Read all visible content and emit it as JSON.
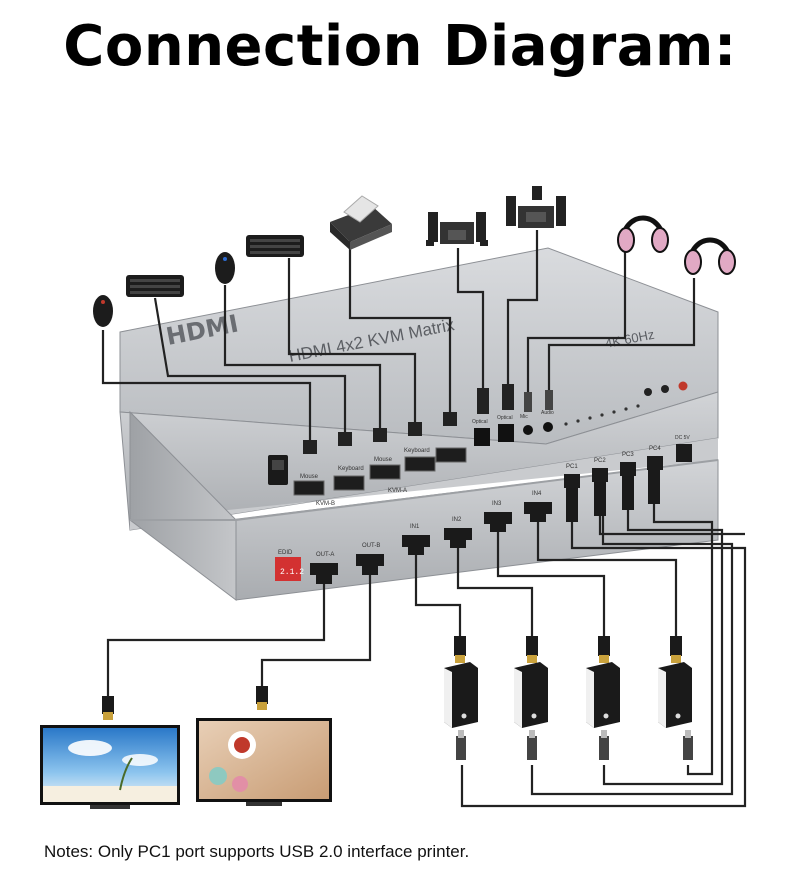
{
  "title": "Connection Diagram:",
  "note": "Notes: Only PC1 port supports USB 2.0 interface printer.",
  "device": {
    "logo": "HDMI",
    "model": "HDMI 4x2 KVM Matrix",
    "resolution": "4K 60Hz",
    "edid_label": "EDID",
    "edid_display": "2.1.2",
    "out_ports": [
      "OUT-A",
      "OUT-B"
    ],
    "in_ports": [
      "IN1",
      "IN2",
      "IN3",
      "IN4"
    ],
    "pc_ports": [
      "PC1",
      "PC2",
      "PC3",
      "PC4"
    ],
    "usb_labels": [
      "Mouse",
      "Keyboard",
      "Mouse",
      "Keyboard"
    ],
    "audio_labels": [
      "Optical",
      "Optical",
      "Mic",
      "Audio"
    ],
    "power_label": "DC 5V",
    "group_labels": [
      "KVM-B",
      "KVM-A"
    ]
  },
  "icons": [
    "mouse-icon",
    "keyboard-icon",
    "printer-icon",
    "speaker-system-icon",
    "headphones-icon",
    "monitor-icon",
    "pc-host-icon"
  ]
}
